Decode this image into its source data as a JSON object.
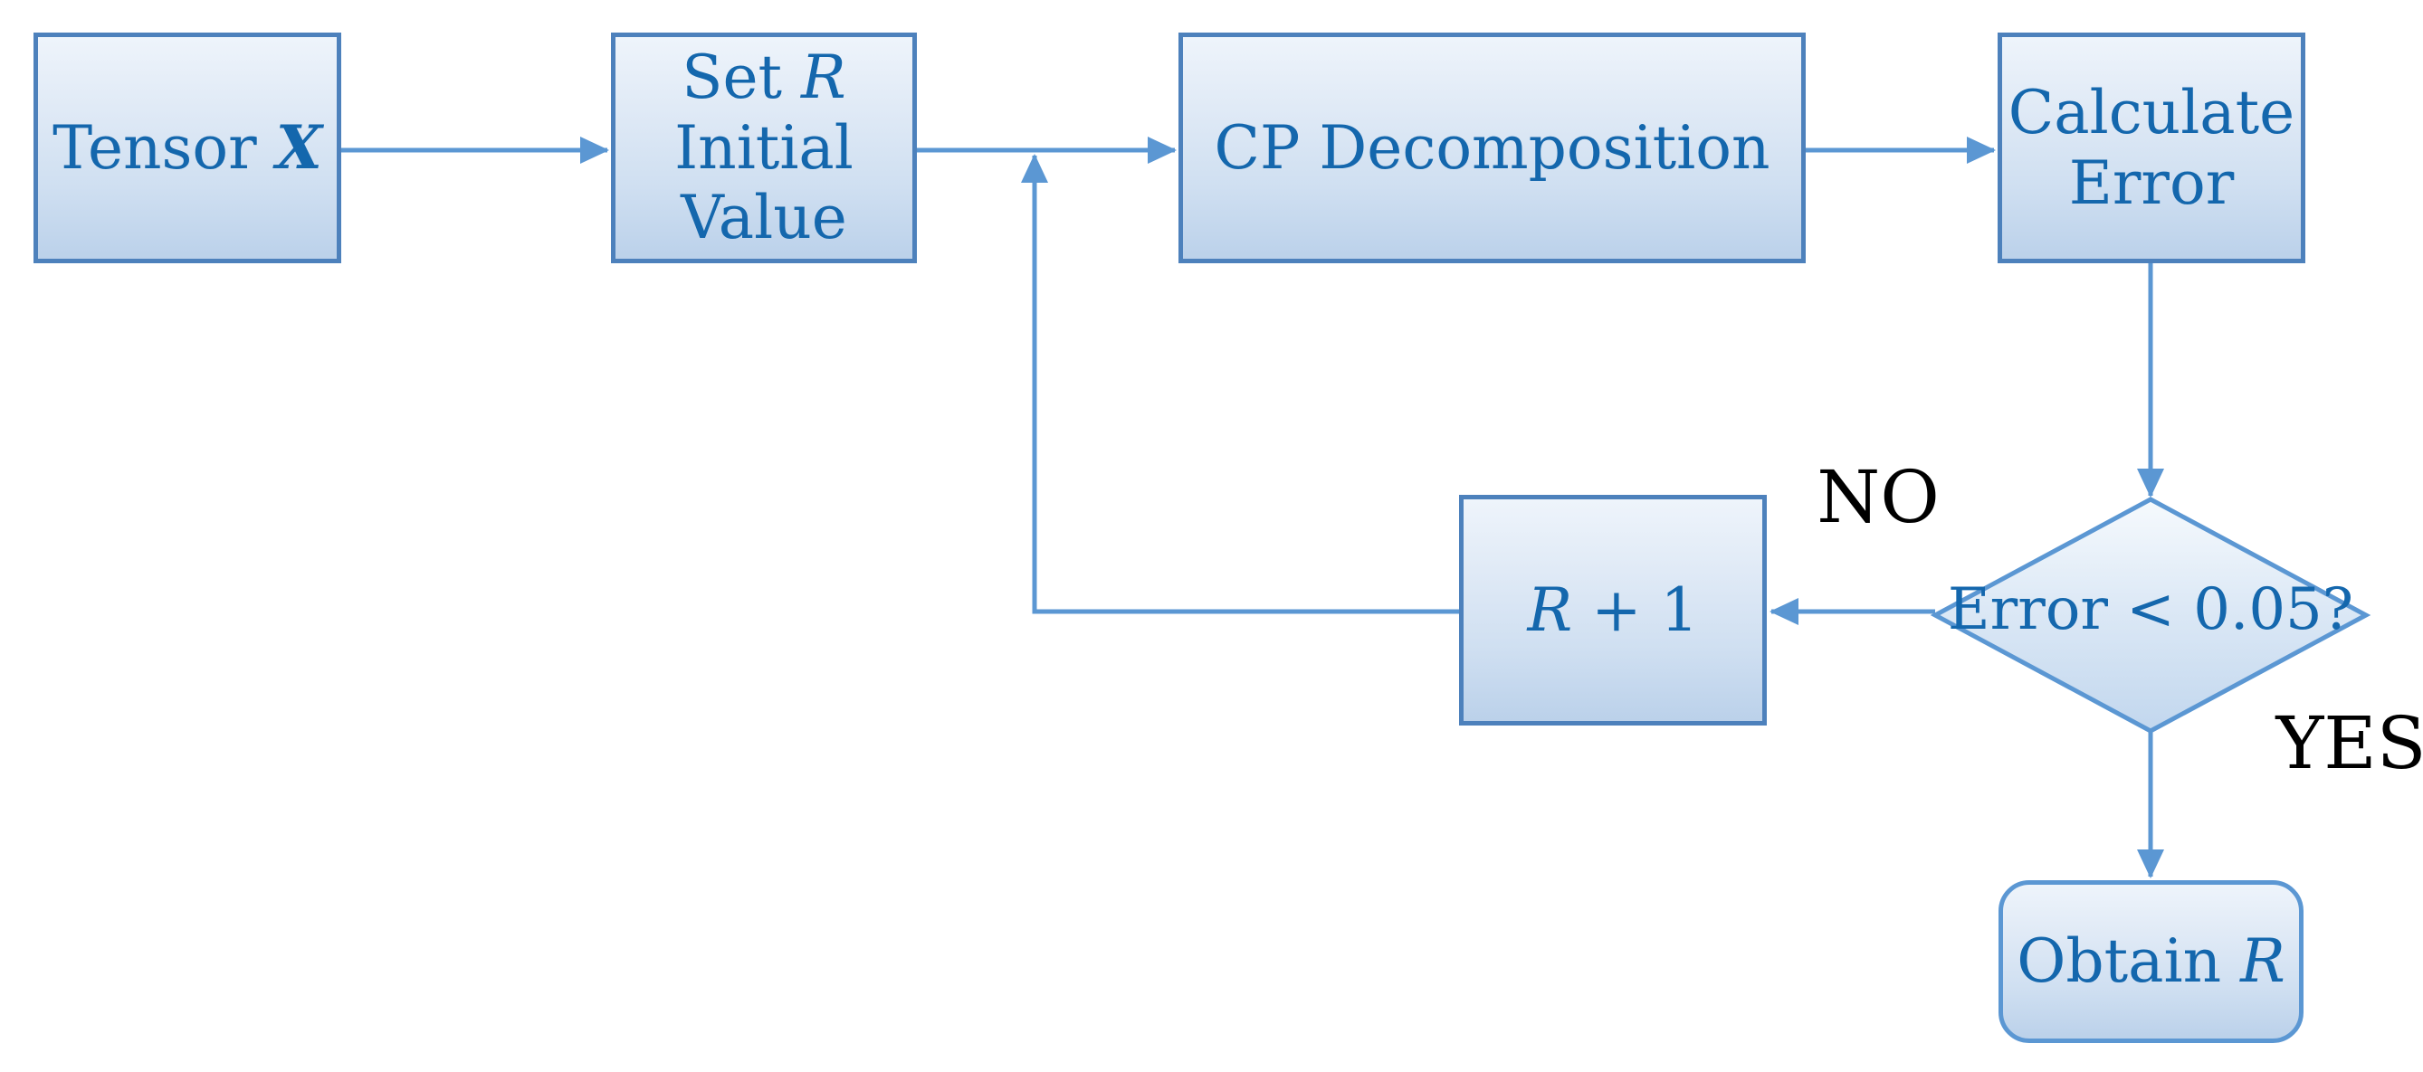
{
  "figure": {
    "type": "flowchart",
    "description": "Iterative rank selection flowchart for CP decomposition of a tensor",
    "background": "#ffffff"
  },
  "colors": {
    "box_border": "#4d81bc",
    "rounded_box_border": "#5b97d3",
    "connector": "#5b97d3",
    "node_text": "#1467ad",
    "branch_label_text": "#000000",
    "box_fill_top": "#eef4fb",
    "box_fill_bottom": "#bbd1ea"
  },
  "nodes": {
    "tensor": {
      "prefix": "Tensor ",
      "variable": "X"
    },
    "set_r": {
      "line1_prefix": "Set ",
      "line1_variable": "R",
      "line2": "Initial",
      "line3": "Value"
    },
    "cp_decomposition": {
      "label": "CP Decomposition"
    },
    "calculate_error": {
      "line1": "Calculate",
      "line2": "Error"
    },
    "decision": {
      "label": "Error < 0.05?"
    },
    "r_plus_one": {
      "variable": "R",
      "suffix": " + 1"
    },
    "obtain_r": {
      "prefix": "Obtain ",
      "variable": "R"
    }
  },
  "branch_labels": {
    "no": "NO",
    "yes": "YES"
  },
  "edges": [
    {
      "from": "tensor",
      "to": "set_r"
    },
    {
      "from": "set_r",
      "to": "cp_decomposition"
    },
    {
      "from": "cp_decomposition",
      "to": "calculate_error"
    },
    {
      "from": "calculate_error",
      "to": "decision"
    },
    {
      "from": "decision",
      "to": "r_plus_one",
      "label": "NO"
    },
    {
      "from": "r_plus_one",
      "to": "cp_decomposition",
      "via": "loop-up-to-connector"
    },
    {
      "from": "decision",
      "to": "obtain_r",
      "label": "YES"
    }
  ]
}
